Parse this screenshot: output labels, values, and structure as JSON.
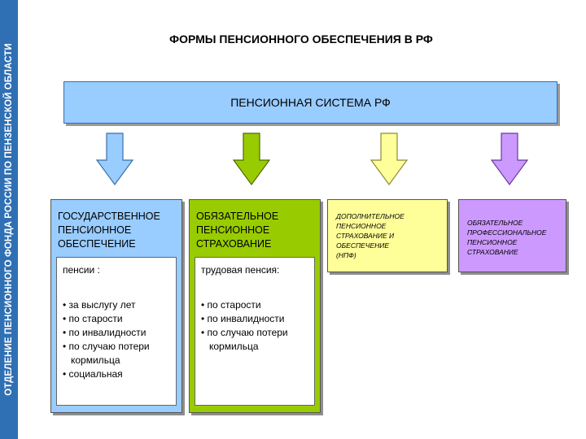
{
  "sidebar": {
    "text": "ОТДЕЛЕНИЕ ПЕНСИОННОГО ФОНДА РОССИИ ПО ПЕНЗЕНСКОЙ ОБЛАСТИ"
  },
  "title": "ФОРМЫ ПЕНСИОННОГО ОБЕСПЕЧЕНИЯ В РФ",
  "system": {
    "label": "ПЕНСИОННАЯ СИСТЕМА РФ"
  },
  "colors": {
    "sidebar": "#2f6fb3",
    "system": "#99ccff",
    "state": "#99ccff",
    "mandatory": "#99cc00",
    "additional": "#ffff99",
    "professional": "#cc99ff"
  },
  "branches": [
    {
      "label": "ГОСУДАРСТВЕННОЕ ПЕНСИОННОЕ ОБЕСПЕЧЕНИЕ",
      "lines": [
        "ГОСУДАРСТВЕННОЕ",
        "ПЕНСИОННОЕ",
        "ОБЕСПЕЧЕНИЕ"
      ],
      "detail_head": "пенсии :",
      "items": [
        "за выслугу лет",
        "по старости",
        "по инвалидности",
        "по случаю потери кормильца",
        "социальная"
      ]
    },
    {
      "label": "ОБЯЗАТЕЛЬНОЕ ПЕНСИОННОЕ СТРАХОВАНИЕ",
      "lines": [
        "ОБЯЗАТЕЛЬНОЕ",
        "ПЕНСИОННОЕ",
        "СТРАХОВАНИЕ"
      ],
      "detail_head": "трудовая пенсия:",
      "items": [
        "по старости",
        "по инвалидности",
        "по случаю потери кормильца"
      ]
    },
    {
      "label": "ДОПОЛНИТЕЛЬНОЕ ПЕНСИОННОЕ СТРАХОВАНИЕ И ОБЕСПЕЧЕНИЕ (НПФ)",
      "lines": [
        "ДОПОЛНИТЕЛЬНОЕ",
        "ПЕНСИОННОЕ",
        "СТРАХОВАНИЕ И",
        "ОБЕСПЕЧЕНИЕ",
        "(НПФ)"
      ]
    },
    {
      "label": "ОБЯЗАТЕЛЬНОЕ ПРОФЕССИОНАЛЬНОЕ ПЕНСИОННОЕ СТРАХОВАНИЕ",
      "lines": [
        "ОБЯЗАТЕЛЬНОЕ",
        "ПРОФЕССИОНАЛЬНОЕ",
        "ПЕНСИОННОЕ",
        "СТРАХОВАНИЕ"
      ]
    }
  ]
}
